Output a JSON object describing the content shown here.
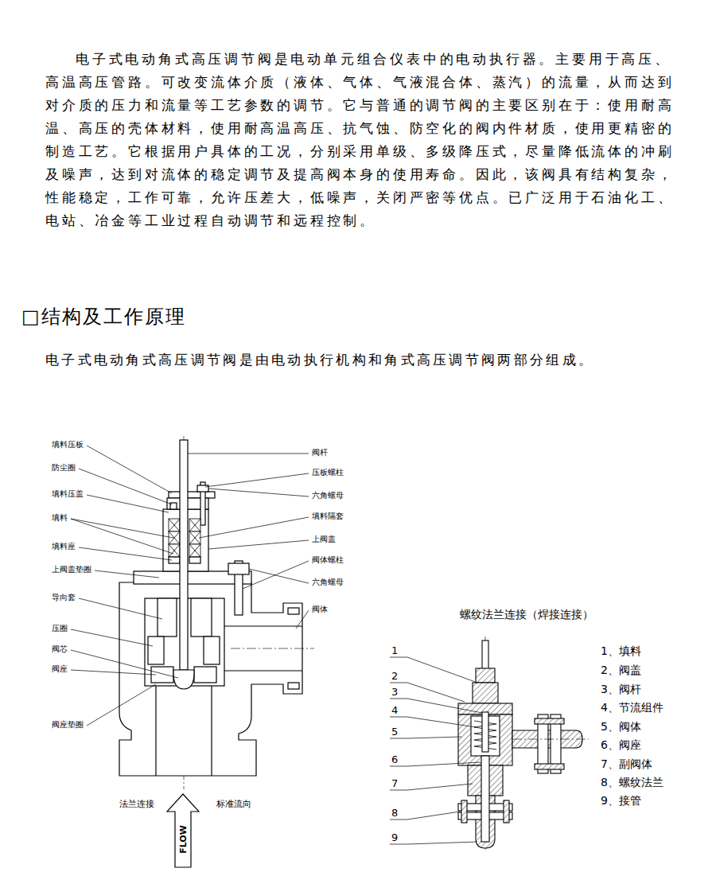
{
  "diagram": {
    "title": "□结构及工作原理",
    "labels": [
      "电子式电动角式高压调节阀是电动单元组合仪表中的电动执行器。主要用于高压、高温高压管路。可改变流体介质（液体、气体、气液混合体、蒸汽）的流量，从而达到对介质的压力和流量等工艺参数的调节。它与普通的调节阀的主要区别在于：使用耐高温、高压的壳体材料，使用耐高温高压、抗气蚀、防空化的阀内件材质，使用更精密的制造工艺。它根据用户具体的工况，分别采用单级、多级降压式，尽量降低流体的冲刷及噪声，达到对流体的稳定调节及提高阀本身的使用寿命。因此，该阀具有结构复杂，性能稳定，工作可靠，允许压差大，低噪声，关闭严密等优点。已广泛用于石油化工、电站、冶金等工业过程自动调节和远程控制。",
      "电子式电动角式高压调节阀是由电动执行机构和角式高压调节阀两部分组成。",
      "填料压板",
      "防尘圈",
      "填料压盖",
      "填料",
      "填料座",
      "上阀盖垫圈",
      "导向套",
      "压圈",
      "阀芯",
      "阀座",
      "阀座垫圈",
      "阀杆",
      "压板螺柱",
      "六角螺母",
      "填料隔套",
      "上阀盖",
      "阀体螺柱",
      "六角螺母",
      "阀体",
      "法兰连接",
      "标准流向",
      "FLOW",
      "螺纹法兰连接（焊接连接）",
      "1",
      "2",
      "3",
      "4",
      "5",
      "6",
      "7",
      "8",
      "9",
      "1、填料",
      "2、阀盖",
      "3、阀杆",
      "4、节流组件",
      "5、阀体",
      "6、阀座",
      "7、副阀体",
      "8、螺纹法兰",
      "9、接管"
    ]
  }
}
